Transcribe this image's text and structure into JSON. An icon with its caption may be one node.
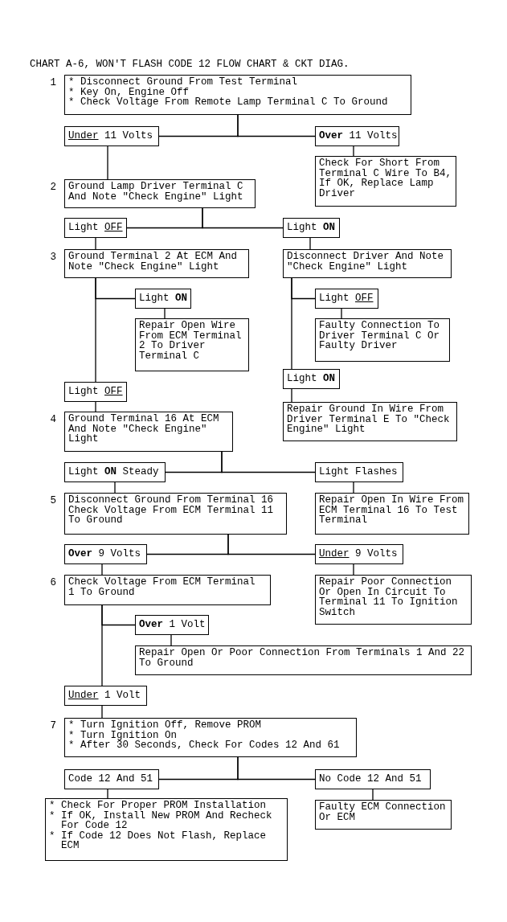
{
  "diagram": {
    "title": "CHART A-6, WON'T FLASH CODE 12 FLOW CHART & CKT DIAG.",
    "nodes": [
      {
        "text": [
          "* Disconnect Ground From Test Terminal",
          "* Key On, Engine Off",
          "* Check Voltage From Remote Lamp Terminal C To Ground"
        ],
        "beside": [
          "1"
        ]
      },
      {
        "text": [
          "Under 11 Volts"
        ]
      },
      {
        "text": [
          "**Over** 11 Volts"
        ]
      },
      {
        "text": [
          "Check For Short From Terminal C Wire To B4, If OK, Replace Lamp Driver"
        ]
      },
      {
        "text": [
          "Ground Lamp Driver Terminal C And Note \"Check Engine\" Light"
        ],
        "beside": [
          "2"
        ]
      },
      {
        "text": [
          "Light OFF"
        ]
      },
      {
        "text": [
          "Light **ON**"
        ]
      },
      {
        "text": [
          "Ground Terminal 2 At ECM And Note \"Check Engine\" Light"
        ],
        "beside": [
          "3"
        ]
      },
      {
        "text": [
          "Disconnect Driver And Note \"Check Engine\" Light"
        ]
      },
      {
        "text": [
          "Light **ON**"
        ]
      },
      {
        "text": [
          "Light OFF"
        ]
      },
      {
        "text": [
          "Repair Open Wire From ECM Terminal 2 To Driver Terminal C"
        ]
      },
      {
        "text": [
          "Faulty Connection To Driver Terminal C Or Faulty Driver"
        ]
      },
      {
        "text": [
          "Light OFF"
        ]
      },
      {
        "text": [
          "Light **ON**"
        ]
      },
      {
        "text": [
          "Repair Ground In Wire From Driver Terminal E To \"Check Engine\" Light"
        ]
      },
      {
        "text": [
          "Ground Terminal 16 At ECM And Note \"Check Engine\" Light"
        ],
        "beside": [
          "4"
        ]
      },
      {
        "text": [
          "Light **ON** Steady"
        ]
      },
      {
        "text": [
          "Light Flashes"
        ]
      },
      {
        "text": [
          "Disconnect Ground From Terminal 16 Check Voltage From ECM Terminal 11 To Ground"
        ],
        "beside": [
          "5"
        ]
      },
      {
        "text": [
          "Repair Open In Wire From ECM Terminal 16 To Test Terminal"
        ]
      },
      {
        "text": [
          "**Over** 9 Volts"
        ]
      },
      {
        "text": [
          "Under 9 Volts"
        ]
      },
      {
        "text": [
          "Check Voltage From ECM Terminal 1 To Ground"
        ],
        "beside": [
          "6"
        ]
      },
      {
        "text": [
          "Repair Poor Connection Or Open In Circuit To Terminal 11 To Ignition Switch"
        ]
      },
      {
        "text": [
          "**Over** 1 Volt"
        ]
      },
      {
        "text": [
          "Repair Open Or Poor Connection From Terminals 1 And 22 To Ground"
        ]
      },
      {
        "text": [
          "Under 1 Volt"
        ]
      },
      {
        "text": [
          "* Turn Ignition Off, Remove PROM",
          "* Turn Ignition On",
          "* After 30 Seconds, Check For Codes 12 And 61"
        ],
        "beside": [
          "7"
        ]
      },
      {
        "text": [
          "Code 12 And 51"
        ]
      },
      {
        "text": [
          "No Code 12 And 51"
        ]
      },
      {
        "text": [
          "* Check For Proper PROM Installation",
          "* If OK, Install New PROM And Recheck For Code 12",
          "* If Code 12 Does Not Flash, Replace ECM"
        ]
      },
      {
        "text": [
          "Faulty ECM Connection Or ECM"
        ]
      }
    ],
    "edges": [
      {
        "from": 0,
        "to": 1,
        "arrow": "none"
      },
      {
        "from": 0,
        "to": 2,
        "arrow": "none"
      },
      {
        "from": 1,
        "to": 4,
        "arrow": "none"
      },
      {
        "from": 2,
        "to": 3,
        "arrow": "none"
      },
      {
        "from": 4,
        "to": 5,
        "arrow": "none"
      },
      {
        "from": 4,
        "to": 6,
        "arrow": "none"
      },
      {
        "from": 5,
        "to": 7,
        "arrow": "none"
      },
      {
        "from": 6,
        "to": 8,
        "arrow": "none"
      },
      {
        "from": 7,
        "to": 9,
        "arrow": "none"
      },
      {
        "from": 7,
        "to": 13,
        "arrow": "none"
      },
      {
        "from": 9,
        "to": 11,
        "arrow": "none"
      },
      {
        "from": 8,
        "to": 10,
        "arrow": "none"
      },
      {
        "from": 8,
        "to": 14,
        "arrow": "none"
      },
      {
        "from": 10,
        "to": 12,
        "arrow": "none"
      },
      {
        "from": 14,
        "to": 15,
        "arrow": "none"
      },
      {
        "from": 13,
        "to": 16,
        "arrow": "none"
      },
      {
        "from": 16,
        "to": 17,
        "arrow": "none"
      },
      {
        "from": 16,
        "to": 18,
        "arrow": "none"
      },
      {
        "from": 17,
        "to": 19,
        "arrow": "none"
      },
      {
        "from": 18,
        "to": 20,
        "arrow": "none"
      },
      {
        "from": 19,
        "to": 21,
        "arrow": "none"
      },
      {
        "from": 19,
        "to": 22,
        "arrow": "none"
      },
      {
        "from": 21,
        "to": 23,
        "arrow": "none"
      },
      {
        "from": 22,
        "to": 24,
        "arrow": "none"
      },
      {
        "from": 23,
        "to": 25,
        "arrow": "none"
      },
      {
        "from": 23,
        "to": 27,
        "arrow": "none"
      },
      {
        "from": 25,
        "to": 26,
        "arrow": "none"
      },
      {
        "from": 27,
        "to": 28,
        "arrow": "none"
      },
      {
        "from": 28,
        "to": 29,
        "arrow": "none"
      },
      {
        "from": 28,
        "to": 30,
        "arrow": "none"
      },
      {
        "from": 29,
        "to": 31,
        "arrow": "none"
      },
      {
        "from": 30,
        "to": 32,
        "arrow": "none"
      }
    ]
  }
}
